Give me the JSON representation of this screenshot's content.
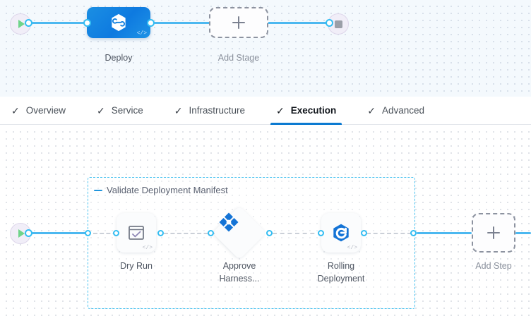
{
  "stage_canvas": {
    "start_node": {
      "icon": "play-icon"
    },
    "end_node": {
      "icon": "stop-icon"
    },
    "stage": {
      "label": "Deploy",
      "icon": "harness-hexagon-icon",
      "badge": "</>"
    },
    "add_stage": {
      "label": "Add Stage",
      "icon": "plus-icon"
    }
  },
  "tabs": [
    {
      "label": "Overview",
      "icon": "check-icon",
      "active": false
    },
    {
      "label": "Service",
      "icon": "check-icon",
      "active": false
    },
    {
      "label": "Infrastructure",
      "icon": "check-icon",
      "active": false
    },
    {
      "label": "Execution",
      "icon": "check-icon",
      "active": true
    },
    {
      "label": "Advanced",
      "icon": "check-icon",
      "active": false
    }
  ],
  "execution_canvas": {
    "start_node": {
      "icon": "play-icon"
    },
    "step_group": {
      "label": "Validate Deployment Manifest",
      "collapse_icon": "minus-icon"
    },
    "steps": [
      {
        "label": "Dry Run",
        "icon": "checkbox-window-icon",
        "shape": "rounded",
        "badge": "</>"
      },
      {
        "label": "Approve\nHarness...",
        "icon": "harness-approval-icon",
        "shape": "diamond",
        "badge": ""
      },
      {
        "label": "Rolling\nDeployment",
        "icon": "rolling-deploy-icon",
        "shape": "rounded",
        "badge": "</>"
      }
    ],
    "step_labels": {
      "dry_run": "Dry Run",
      "approve_line1": "Approve",
      "approve_line2": "Harness...",
      "rolling_line1": "Rolling",
      "rolling_line2": "Deployment"
    },
    "add_step": {
      "label": "Add Step",
      "icon": "plus-icon"
    }
  },
  "colors": {
    "accent_blue": "#0b7ad1",
    "connector_blue": "#4cb8f0",
    "group_border": "#4cc3f0",
    "stage_blue": "#0e7ae0",
    "play_green": "#6fd48a",
    "canvas_tint": "#f4f9fd"
  }
}
